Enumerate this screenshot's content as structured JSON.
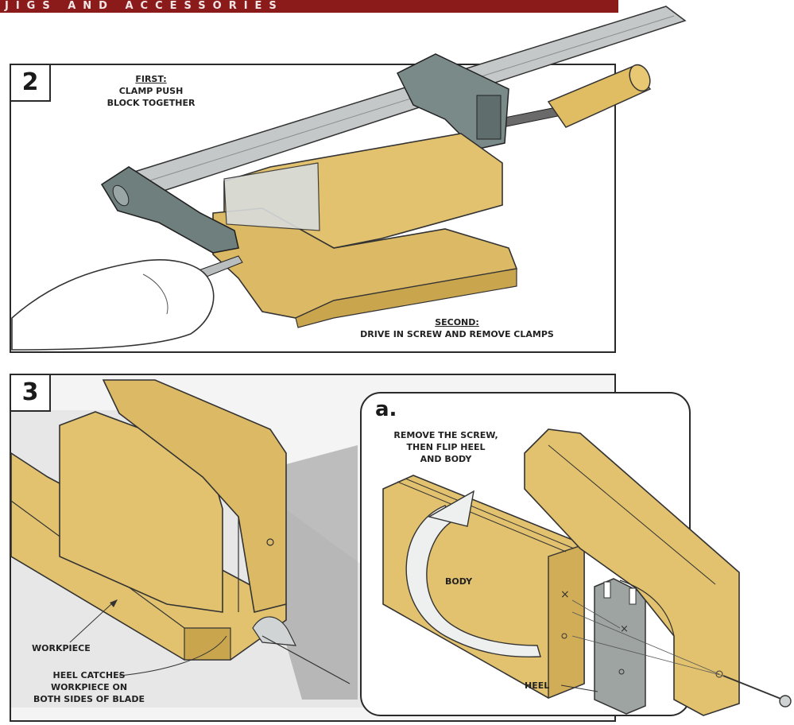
{
  "header": {
    "text": "JIGS AND ACCESSORIES"
  },
  "panel2": {
    "number": "2",
    "first_title": "FIRST:",
    "first_line1": "CLAMP PUSH",
    "first_line2": "BLOCK TOGETHER",
    "second_title": "SECOND:",
    "second_line1": "DRIVE IN SCREW AND REMOVE CLAMPS"
  },
  "panel3": {
    "number": "3",
    "workpiece": "WORKPIECE",
    "heel_line1": "HEEL CATCHES",
    "heel_line2": "WORKPIECE ON",
    "heel_line3": "BOTH SIDES OF BLADE"
  },
  "inset": {
    "letter": "a.",
    "line1": "REMOVE THE SCREW,",
    "line2": "THEN FLIP HEEL",
    "line3": "AND BODY",
    "body": "BODY",
    "heel": "HEEL"
  },
  "colors": {
    "wood": "#e2c26e",
    "wood_dark": "#c9a54e",
    "metal": "#b9bdbd",
    "clamp": "#6f7f7e",
    "header": "#8b1a1a"
  }
}
